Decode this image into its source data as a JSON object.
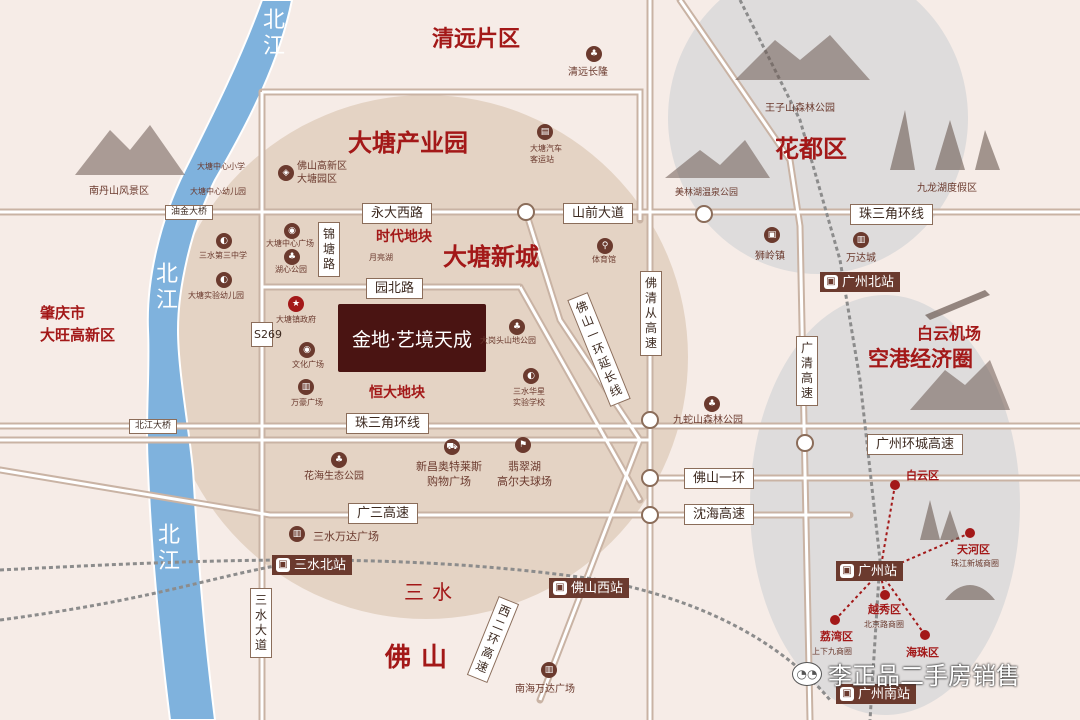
{
  "regions": {
    "qingyuan": "清远片区",
    "huadu": "花都区",
    "zhaoqing": "肇庆市\n大旺高新区",
    "sanshui": "三水",
    "foshan": "佛山",
    "airport_zone_top": "白云机场",
    "airport_zone": "空港经济圈"
  },
  "core": {
    "datang_industry": "大塘产业园",
    "datang_new_city": "大塘新城",
    "shidai_plot": "时代地块",
    "hengda_plot": "恒大地块",
    "project": "金地·艺境天成"
  },
  "rivers": {
    "beijiang": "北江"
  },
  "roads": {
    "yongda_xi": "永大西路",
    "shanqian": "山前大道",
    "zhusanjiao_n": "珠三角环线",
    "zhusanjiao_s": "珠三角环线",
    "yuanbei": "园北路",
    "jintang": "锦塘路",
    "foshan_ring_ext": "佛山一环延长线",
    "foqing": "佛清从高速",
    "guangqing": "广清高速",
    "guangzhou_ring": "广州环城高速",
    "foshan_ring1": "佛山一环",
    "guangsan": "广三高速",
    "shenhai": "沈海高速",
    "sanshui_ave": "三水大道",
    "west2_ring": "西二环高速",
    "s269": "S269",
    "youjin_bridge": "油金大桥",
    "beijiang_bridge": "北江大桥"
  },
  "stations": {
    "guangzhou_north": "广州北站",
    "sanshui_north": "三水北站",
    "foshan_west": "佛山西站",
    "guangzhou": "广州站",
    "guangzhou_south": "广州南站"
  },
  "pois": {
    "qingyuan_changlong": "清远长隆",
    "wangzishan": "王子山森林公园",
    "nandanshan": "南丹山风景区",
    "meilin_lake": "美林湖温泉公园",
    "jiulong_lake": "九龙湖度假区",
    "shiling": "狮岭镇",
    "wanda_city": "万达城",
    "datang_bus": "大塘汽车\n客运站",
    "foshan_hitech": "佛山高新区\n大塘园区",
    "datang_primary": "大塘中心小学",
    "datang_kinder": "大塘中心幼儿园",
    "sanshui_no3": "三水第三中学",
    "datang_exp_kinder": "大塘实验幼儿园",
    "datang_center_sq": "大塘中心广场",
    "hu_xin_park": "湖心公园",
    "yueliang_lake": "月亮湖",
    "gym": "体育馆",
    "datang_gov": "大塘镇政府",
    "culture_sq": "文化广场",
    "wanhao_sq": "万豪广场",
    "dagangtou_park": "大岗头山地公园",
    "sanshui_huaxing": "三水华星\n实验学校",
    "jiuxuan_park": "九蛇山森林公园",
    "huahai_park": "花海生态公园",
    "outlets": "新昌奥特莱斯\n购物广场",
    "golf": "翡翠湖\n高尔夫球场",
    "sanshui_wanda": "三水万达广场",
    "nanhai_wanda": "南海万达广场",
    "baiyun": "白云区",
    "tianhe": "天河区",
    "zhujiang_cbd": "珠江新城商圈",
    "yuexiu": "越秀区",
    "beijing_rd": "北京路商圈",
    "liwan": "荔湾区",
    "shangxiajiu": "上下九商圈",
    "haizhu": "海珠区"
  },
  "watermark": "李正品二手房销售",
  "colors": {
    "background": "#f6ece7",
    "circle_core": "#e4d3c4",
    "circle_grey": "#dedcdc",
    "river": "#7fb2dd",
    "accent_red": "#a31818",
    "project_bg": "#4a1412",
    "station_bg": "#6b3a2e",
    "rail": "#8c8c8c"
  }
}
